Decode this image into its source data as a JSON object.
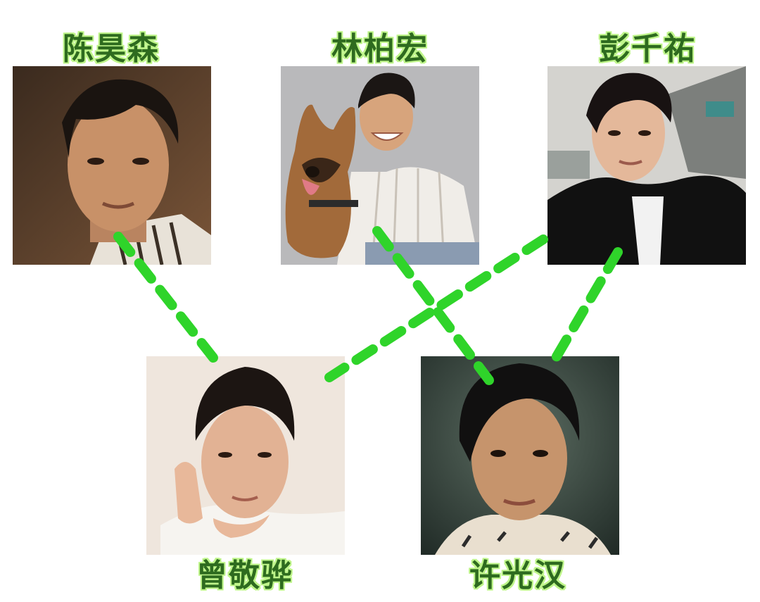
{
  "people": {
    "p1": {
      "name": "陈昊森",
      "icon": "portrait-photo"
    },
    "p2": {
      "name": "林柏宏",
      "icon": "portrait-with-dog-photo"
    },
    "p3": {
      "name": "彭千祐",
      "icon": "portrait-photo"
    },
    "p4": {
      "name": "曾敬骅",
      "icon": "portrait-photo"
    },
    "p5": {
      "name": "许光汉",
      "icon": "portrait-photo"
    }
  },
  "links": [
    {
      "from": "p1",
      "to": "p4"
    },
    {
      "from": "p2",
      "to": "p5"
    },
    {
      "from": "p3",
      "to": "p4"
    },
    {
      "from": "p3",
      "to": "p5"
    }
  ],
  "colors": {
    "link": "#2fd42a",
    "label_text": "#2e6b1f",
    "label_outline": "#bff58a"
  }
}
